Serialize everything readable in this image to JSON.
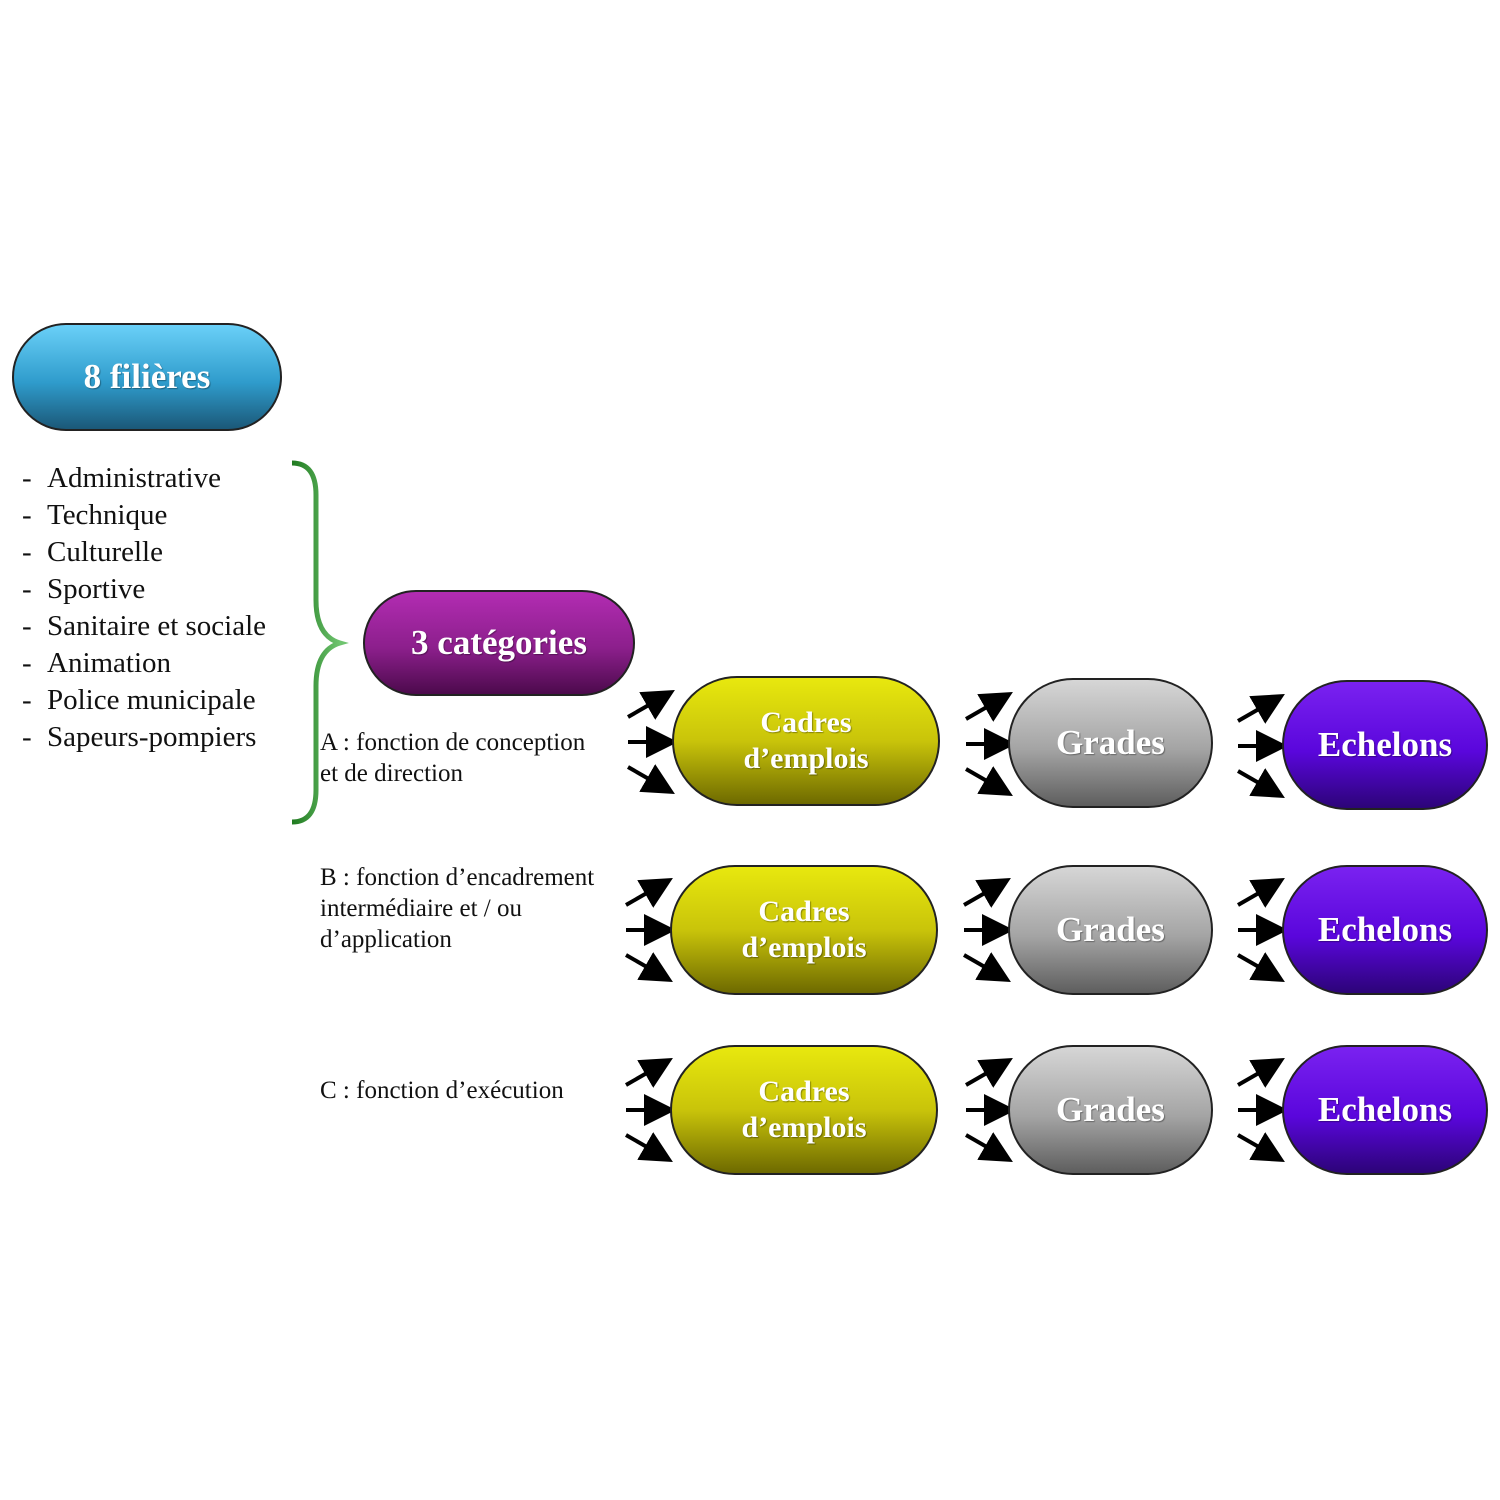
{
  "filieres": {
    "title": "8 filières",
    "items": [
      "Administrative",
      "Technique",
      "Culturelle",
      "Sportive",
      "Sanitaire et sociale",
      "Animation",
      "Police municipale",
      "Sapeurs-pompiers"
    ]
  },
  "categories": {
    "title": "3 catégories",
    "rows": [
      {
        "label_lines": [
          "A : fonction de conception",
          "et de direction"
        ],
        "cadres_line1": "Cadres",
        "cadres_line2": "d’emplois",
        "grades": "Grades",
        "echelons": "Echelons"
      },
      {
        "label_lines": [
          "B : fonction d’encadrement",
          "intermédiaire  et / ou",
          "d’application"
        ],
        "cadres_line1": "Cadres",
        "cadres_line2": "d’emplois",
        "grades": "Grades",
        "echelons": "Echelons"
      },
      {
        "label_lines": [
          "C : fonction d’exécution"
        ],
        "cadres_line1": "Cadres",
        "cadres_line2": "d’emplois",
        "grades": "Grades",
        "echelons": "Echelons"
      }
    ]
  },
  "colors": {
    "filieres": "#3aa6d6",
    "categories": "#8c1f8c",
    "cadres": "#c9c40a",
    "grades": "#a4a4a4",
    "echelons": "#5a06dc",
    "brace": "#2e9a2e"
  }
}
